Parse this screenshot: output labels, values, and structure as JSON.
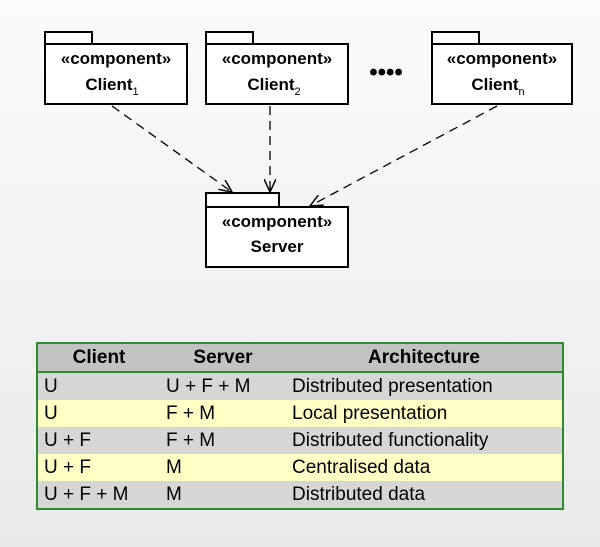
{
  "diagram": {
    "stereotype": "«component»",
    "clients": [
      {
        "name": "Client",
        "subscript": "1"
      },
      {
        "name": "Client",
        "subscript": "2"
      },
      {
        "name": "Client",
        "subscript": "n"
      }
    ],
    "ellipsis": "••••",
    "server": {
      "name": "Server"
    }
  },
  "table": {
    "headers": [
      "Client",
      "Server",
      "Architecture"
    ],
    "rows": [
      [
        "U",
        "U + F + M",
        "Distributed presentation"
      ],
      [
        "U",
        "F + M",
        "Local presentation"
      ],
      [
        "U + F",
        "F + M",
        "Distributed functionality"
      ],
      [
        "U + F",
        "M",
        "Centralised data"
      ],
      [
        "U + F + M",
        "M",
        "Distributed data"
      ]
    ],
    "colors": {
      "border": "#2e8b2e",
      "header_bg": "#c2c2c2",
      "row_grey": "#d6d6d6",
      "row_yellow": "#ffffc6"
    }
  }
}
